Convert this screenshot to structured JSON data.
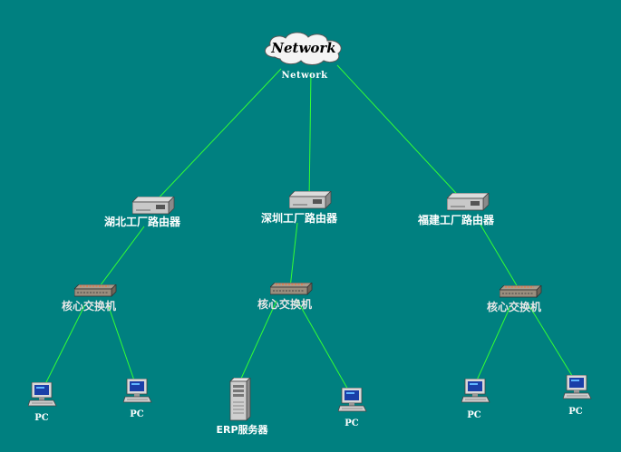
{
  "cloud": {
    "text": "Network",
    "label": "Network"
  },
  "routers": [
    {
      "id": "hubei",
      "label": "湖北工厂路由器"
    },
    {
      "id": "shenzhen",
      "label": "深圳工厂路由器"
    },
    {
      "id": "fujian",
      "label": "福建工厂路由器"
    }
  ],
  "switches": [
    {
      "id": "sw-hubei",
      "label": "核心交换机"
    },
    {
      "id": "sw-shenzhen",
      "label": "核心交换机"
    },
    {
      "id": "sw-fujian",
      "label": "核心交换机"
    }
  ],
  "endpoints": [
    {
      "id": "pc1",
      "label": "PC"
    },
    {
      "id": "pc2",
      "label": "PC"
    },
    {
      "id": "erp",
      "label": "ERP服务器"
    },
    {
      "id": "pc3",
      "label": "PC"
    },
    {
      "id": "pc4",
      "label": "PC"
    },
    {
      "id": "pc5",
      "label": "PC"
    }
  ],
  "colors": {
    "background": "#008080",
    "link": "#33ff33",
    "label": "#ffffff"
  }
}
